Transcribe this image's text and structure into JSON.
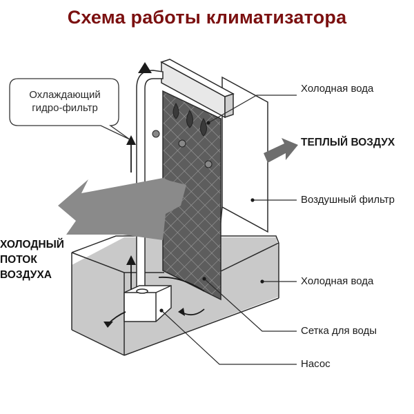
{
  "title": "Схема работы климатизатора",
  "callout": {
    "line1": "Охлаждающий",
    "line2": "гидро-фильтр"
  },
  "labels": {
    "cold_water_top": "Холодная вода",
    "warm_air": "ТЕПЛЫЙ ВОЗДУХ",
    "air_filter": "Воздушный фильтр",
    "cold_water_bottom": "Холодная вода",
    "water_mesh": "Сетка для воды",
    "pump": "Насос"
  },
  "cold_flow": {
    "line1": "ХОЛОДНЫЙ",
    "line2": "ПОТОК",
    "line3": "ВОЗДУХА"
  },
  "colors": {
    "title": "#7b1010",
    "arrow_gray": "#8a8a8a",
    "water": "#c9c9c9",
    "line": "#2a2a2a"
  }
}
